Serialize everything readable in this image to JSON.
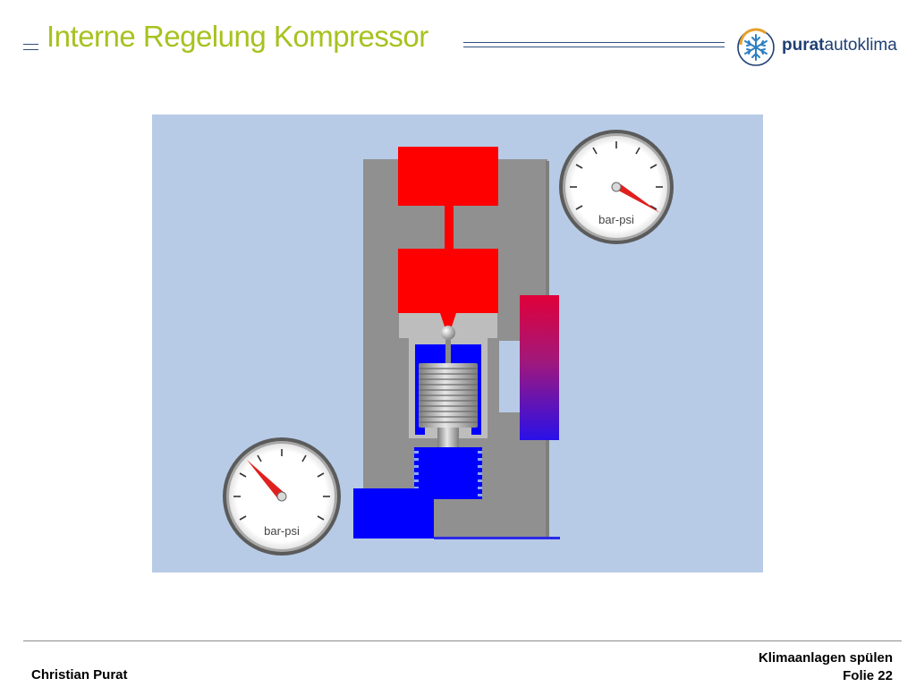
{
  "slide": {
    "title": "Interne Regelung Kompressor"
  },
  "logo": {
    "brand_bold": "purat",
    "brand_regular": "autoklima"
  },
  "figure": {
    "gauge_top_label": "bar-psi",
    "gauge_bottom_label": "bar-psi",
    "colors": {
      "background": "#b7cbe6",
      "housing": "#909090",
      "high_pressure": "#ff0000",
      "low_pressure": "#0000ff",
      "bellows": "#a0a0a0",
      "needle": "#e0201e"
    }
  },
  "footer": {
    "author": "Christian Purat",
    "topic": "Klimaanlagen spülen",
    "slide_number": "Folie 22"
  }
}
